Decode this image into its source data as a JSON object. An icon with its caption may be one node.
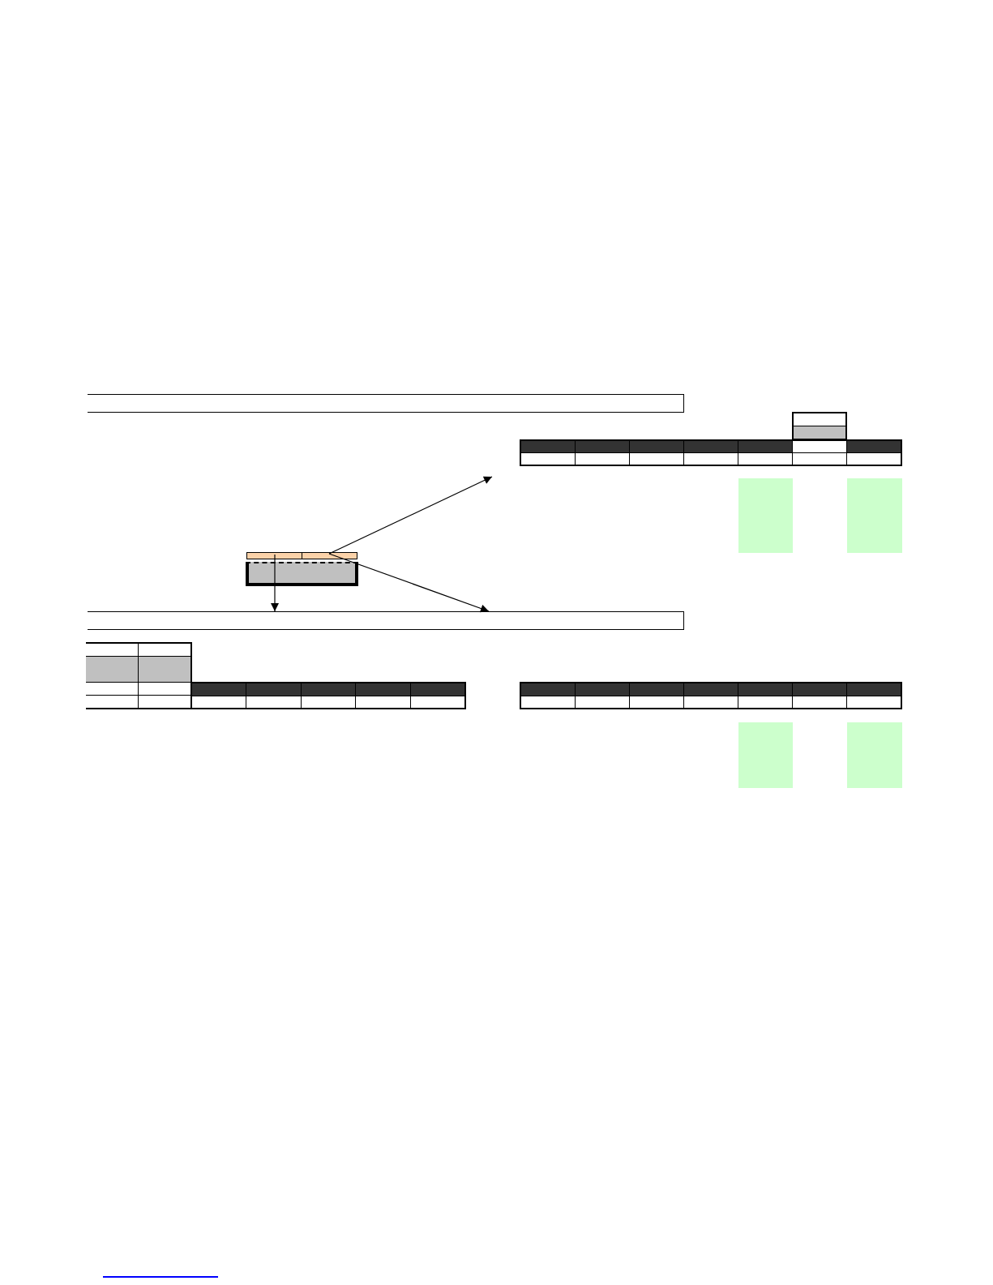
{
  "diagram": {
    "nodes": [
      {
        "text": [],
        "shape": "bar"
      },
      {
        "text": [],
        "shape": "rectangle"
      },
      {
        "text": [],
        "shape": "rectangle"
      },
      {
        "text": [],
        "shape": "box"
      },
      {
        "text": [],
        "shape": "bar"
      },
      {
        "text": [],
        "shape": "rectangle"
      },
      {
        "text": [],
        "shape": "rectangle"
      }
    ],
    "edges": [
      {
        "from": 3,
        "to": null,
        "arrow": "to"
      },
      {
        "from": 3,
        "to": 4,
        "arrow": "to"
      },
      {
        "from": 3,
        "to": 4,
        "arrow": "to"
      }
    ]
  }
}
